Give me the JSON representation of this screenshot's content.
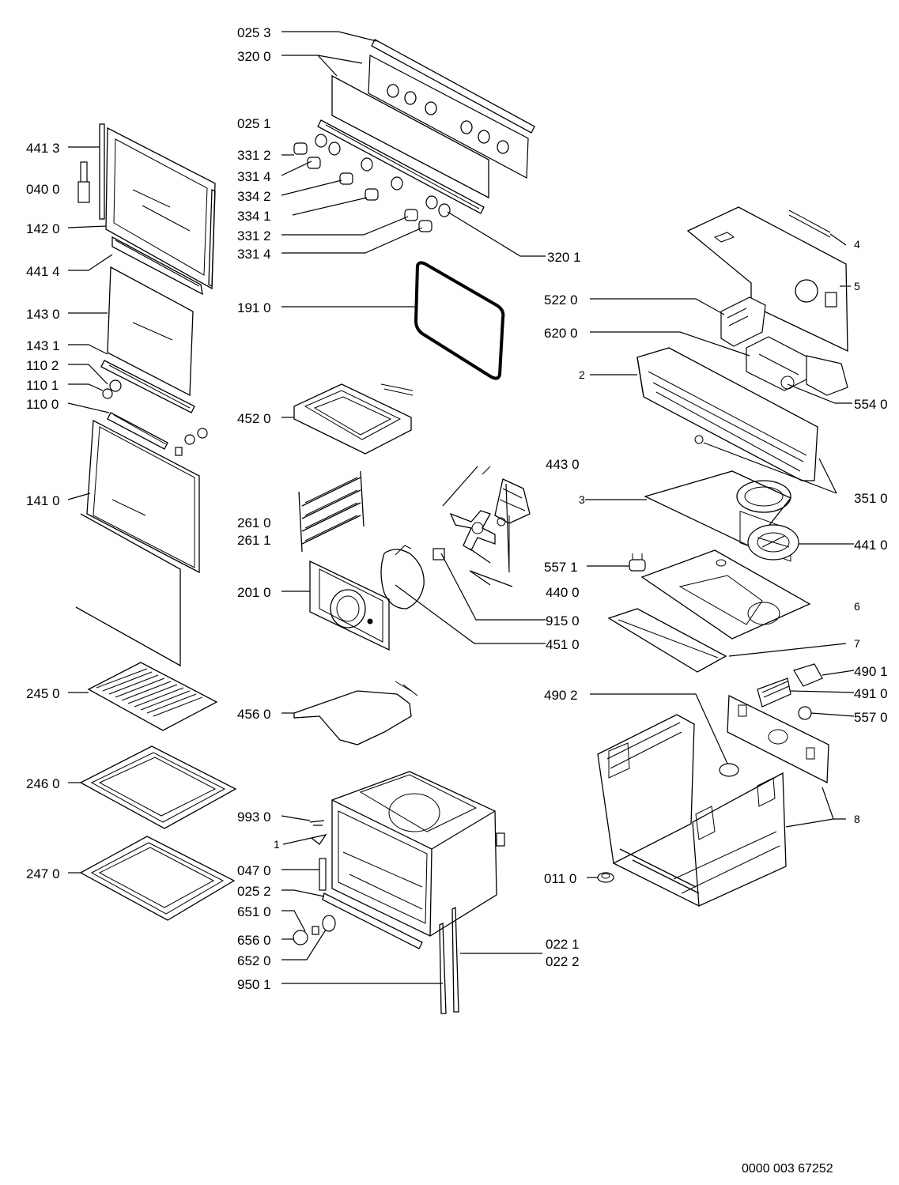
{
  "document_code": "0000 003 67252",
  "callouts": [
    {
      "id": "c0253",
      "text": "025 3"
    },
    {
      "id": "c3200",
      "text": "320 0"
    },
    {
      "id": "c0251",
      "text": "025 1"
    },
    {
      "id": "c3312a",
      "text": "331 2"
    },
    {
      "id": "c3314a",
      "text": "331 4"
    },
    {
      "id": "c3342",
      "text": "334 2"
    },
    {
      "id": "c3341",
      "text": "334 1"
    },
    {
      "id": "c3312b",
      "text": "331 2"
    },
    {
      "id": "c3314b",
      "text": "331 4"
    },
    {
      "id": "c3201",
      "text": "320 1"
    },
    {
      "id": "c4413",
      "text": "441 3"
    },
    {
      "id": "c0400",
      "text": "040 0"
    },
    {
      "id": "c1420",
      "text": "142 0"
    },
    {
      "id": "c4414",
      "text": "441 4"
    },
    {
      "id": "c1430",
      "text": "143 0"
    },
    {
      "id": "c1431",
      "text": "143 1"
    },
    {
      "id": "c1102",
      "text": "110 2"
    },
    {
      "id": "c1101",
      "text": "110 1"
    },
    {
      "id": "c1100",
      "text": "110 0"
    },
    {
      "id": "c1410",
      "text": "141 0"
    },
    {
      "id": "c2450",
      "text": "245 0"
    },
    {
      "id": "c2460",
      "text": "246 0"
    },
    {
      "id": "c2470",
      "text": "247 0"
    },
    {
      "id": "c1910",
      "text": "191 0"
    },
    {
      "id": "c4520",
      "text": "452 0"
    },
    {
      "id": "c2610",
      "text": "261 0"
    },
    {
      "id": "c2611",
      "text": "261 1"
    },
    {
      "id": "c2010",
      "text": "201 0"
    },
    {
      "id": "c4430",
      "text": "443 0"
    },
    {
      "id": "c4400",
      "text": "440 0"
    },
    {
      "id": "c9150",
      "text": "915 0"
    },
    {
      "id": "c4510",
      "text": "451 0"
    },
    {
      "id": "c4560",
      "text": "456 0"
    },
    {
      "id": "c9930",
      "text": "993 0"
    },
    {
      "id": "c1",
      "text": "1"
    },
    {
      "id": "c0470",
      "text": "047 0"
    },
    {
      "id": "c0252",
      "text": "025 2"
    },
    {
      "id": "c6510",
      "text": "651 0"
    },
    {
      "id": "c6560",
      "text": "656 0"
    },
    {
      "id": "c6520",
      "text": "652 0"
    },
    {
      "id": "c9501",
      "text": "950 1"
    },
    {
      "id": "c0221",
      "text": "022 1"
    },
    {
      "id": "c0222",
      "text": "022 2"
    },
    {
      "id": "c4",
      "text": "4"
    },
    {
      "id": "c5",
      "text": "5"
    },
    {
      "id": "c5220",
      "text": "522 0"
    },
    {
      "id": "c6200",
      "text": "620 0"
    },
    {
      "id": "c2",
      "text": "2"
    },
    {
      "id": "c5540",
      "text": "554 0"
    },
    {
      "id": "c3510",
      "text": "351 0"
    },
    {
      "id": "c3",
      "text": "3"
    },
    {
      "id": "c4410",
      "text": "441 0"
    },
    {
      "id": "c5571",
      "text": "557 1"
    },
    {
      "id": "c6",
      "text": "6"
    },
    {
      "id": "c7",
      "text": "7"
    },
    {
      "id": "c4901",
      "text": "490 1"
    },
    {
      "id": "c4902",
      "text": "490 2"
    },
    {
      "id": "c4910",
      "text": "491 0"
    },
    {
      "id": "c5570",
      "text": "557 0"
    },
    {
      "id": "c8",
      "text": "8"
    },
    {
      "id": "c0110",
      "text": "011 0"
    }
  ]
}
